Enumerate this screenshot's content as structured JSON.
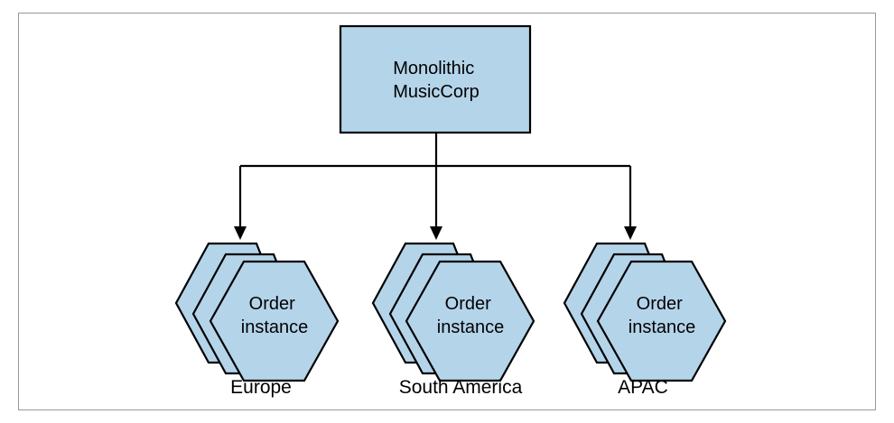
{
  "root": {
    "lines": [
      "Monolithic",
      "MusicCorp"
    ]
  },
  "regions": [
    {
      "name": "Europe",
      "lines": [
        "Order",
        "instance"
      ]
    },
    {
      "name": "South America",
      "lines": [
        "Order",
        "instance"
      ]
    },
    {
      "name": "APAC",
      "lines": [
        "Order",
        "instance"
      ]
    }
  ],
  "colors": {
    "fill": "#b4d4ea",
    "stroke": "#000000",
    "frame": "#999999"
  }
}
